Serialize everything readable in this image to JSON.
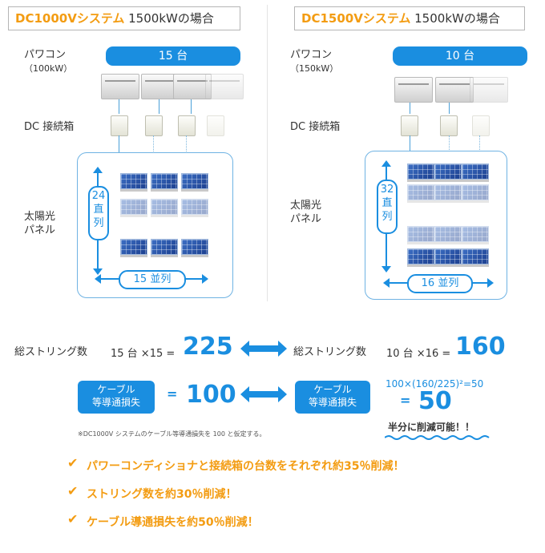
{
  "left": {
    "title_orange": "DC1000Vシステム",
    "title_rest": " 1500kWの場合",
    "inverter_label": "パワコン",
    "inverter_sub": "（100kW）",
    "inverter_count": "15 台",
    "dc_label": "DC 接続箱",
    "panel_label_1": "太陽光",
    "panel_label_2": "パネル",
    "series": "24\n直\n列",
    "parallel": "15 並列",
    "strings_label": "総ストリング数",
    "strings_calc": "15 台 ×15 =",
    "strings_value": "225",
    "cable_label": "ケーブル\n等導通損失",
    "cable_eq": "=",
    "cable_value": "100",
    "note": "※DC1000V システムのケーブル等導通損失を 100 と仮定する。"
  },
  "right": {
    "title_orange": "DC1500Vシステム",
    "title_rest": " 1500kWの場合",
    "inverter_label": "パワコン",
    "inverter_sub": "（150kW）",
    "inverter_count": "10 台",
    "dc_label": "DC 接続箱",
    "panel_label_1": "太陽光",
    "panel_label_2": "パネル",
    "series": "32\n直\n列",
    "parallel": "16 並列",
    "strings_label": "総ストリング数",
    "strings_calc": "10 台 ×16 =",
    "strings_value": "160",
    "cable_label": "ケーブル\n等導通損失",
    "formula": "100×(160/225)²=50",
    "cable_eq": "=",
    "cable_value": "50",
    "half_text": "半分に削減可能！！"
  },
  "bullets": [
    "パワーコンディショナと接続箱の台数をそれぞれ約35％削減！",
    "ストリング数を約30％削減！",
    "ケーブル導通損失を約50％削減！"
  ],
  "colors": {
    "accent_orange": "#f39c12",
    "accent_blue": "#1a8ee0"
  },
  "icons": [
    "check-icon",
    "double-arrow-icon",
    "inverter-icon",
    "junction-box-icon",
    "solar-panel-icon"
  ]
}
